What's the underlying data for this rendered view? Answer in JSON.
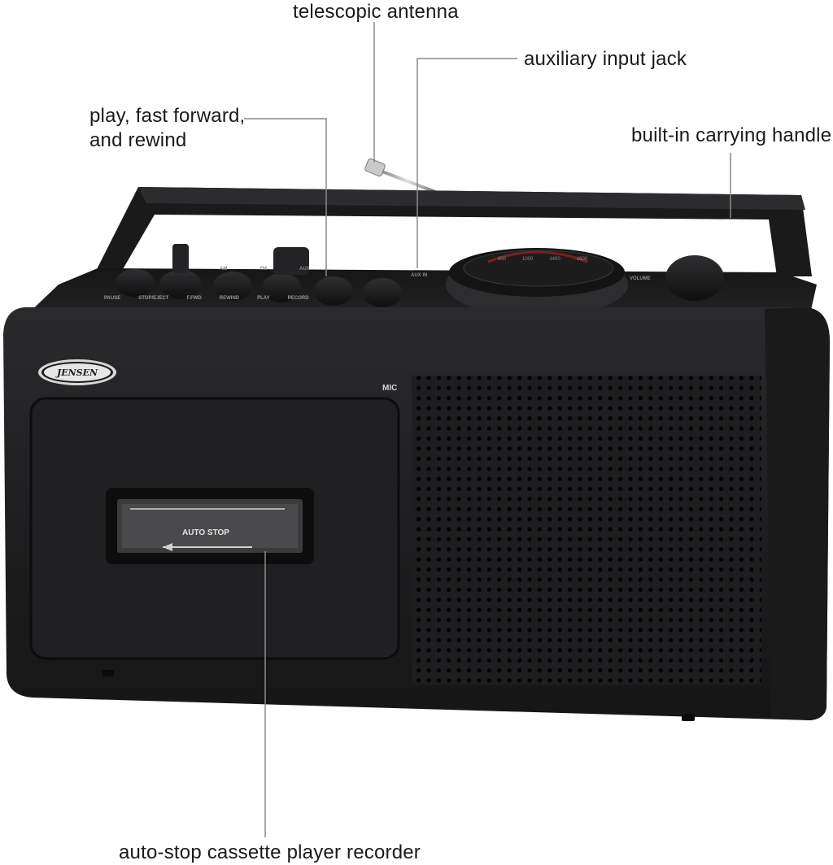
{
  "callouts": {
    "antenna": "telescopic antenna",
    "aux": "auxiliary input jack",
    "controls": [
      "play, fast forward,",
      "and rewind"
    ],
    "handle": "built-in carrying handle",
    "cassette": "auto-stop cassette player recorder"
  },
  "device": {
    "brand": "JENSEN",
    "mic_label": "MIC",
    "cassette_window_label": "AUTO STOP",
    "button_labels": [
      "PAUSE",
      "STOP/EJECT",
      "F.FWD",
      "REWIND",
      "PLAY",
      "RECORD"
    ],
    "switch_labels": [
      "AM",
      "FM",
      "AUX"
    ],
    "aux_label": "AUX IN",
    "volume_label": "VOLUME",
    "tuning_dial_marks": [
      "600",
      "1000",
      "1400",
      "1600"
    ]
  },
  "colors": {
    "background": "#ffffff",
    "body": "#1c1c1e",
    "text": "#1a1a1a",
    "leader": "#8a8a8a"
  }
}
